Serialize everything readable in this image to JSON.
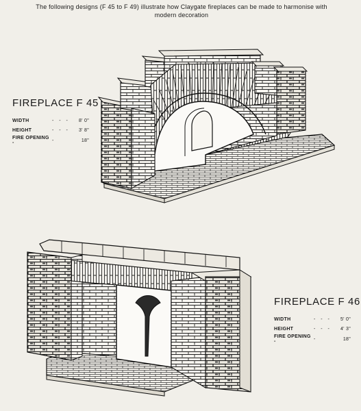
{
  "intro": {
    "line1": "The following designs (F 45 to F 49) illustrate how Claygate fireplaces can be made to harmonise with",
    "line2": "modern decoration"
  },
  "fireplaces": [
    {
      "title": "FIREPLACE F 45",
      "specs": [
        {
          "label": "WIDTH",
          "dash": "- - -",
          "value": "8' 0\""
        },
        {
          "label": "HEIGHT",
          "dash": "- - -",
          "value": "3' 8\""
        },
        {
          "label": "FIRE OPENING -",
          "dash": "-",
          "value": "18\""
        }
      ]
    },
    {
      "title": "FIREPLACE F 46",
      "specs": [
        {
          "label": "WIDTH",
          "dash": "- - -",
          "value": "5' 0\""
        },
        {
          "label": "HEIGHT",
          "dash": "- - -",
          "value": "4' 3\""
        },
        {
          "label": "FIRE OPENING -",
          "dash": "-",
          "value": "18\""
        }
      ]
    }
  ]
}
